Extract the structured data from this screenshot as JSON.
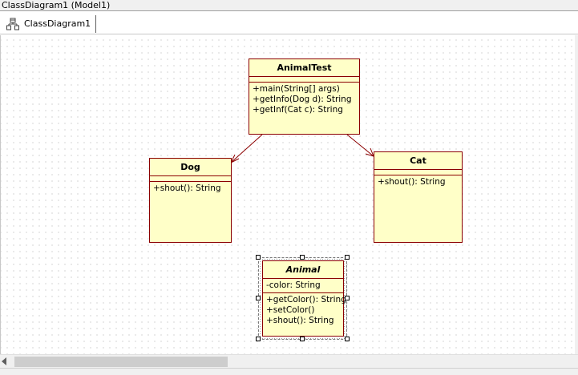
{
  "window": {
    "title": "ClassDiagram1 (Model1)"
  },
  "tab": {
    "label": "ClassDiagram1",
    "icon": "class-diagram-icon"
  },
  "colors": {
    "class_fill": "#ffffc8",
    "class_border": "#8b0000",
    "association": "#8b0000"
  },
  "classes": {
    "animaltest": {
      "name": "AnimalTest",
      "attributes": [],
      "operations": [
        "+main(String[] args)",
        "+getInfo(Dog d): String",
        "+getInf(Cat c): String"
      ]
    },
    "dog": {
      "name": "Dog",
      "attributes": [],
      "operations": [
        "+shout(): String"
      ]
    },
    "cat": {
      "name": "Cat",
      "attributes": [],
      "operations": [
        "+shout(): String"
      ]
    },
    "animal": {
      "name": "Animal",
      "abstract": true,
      "attributes": [
        "-color: String"
      ],
      "operations": [
        "+getColor(): String",
        "+setColor()",
        "+shout(): String"
      ]
    }
  },
  "associations": [
    {
      "from": "AnimalTest",
      "to": "Dog"
    },
    {
      "from": "AnimalTest",
      "to": "Cat"
    }
  ],
  "selection": {
    "selected_class": "Animal"
  }
}
